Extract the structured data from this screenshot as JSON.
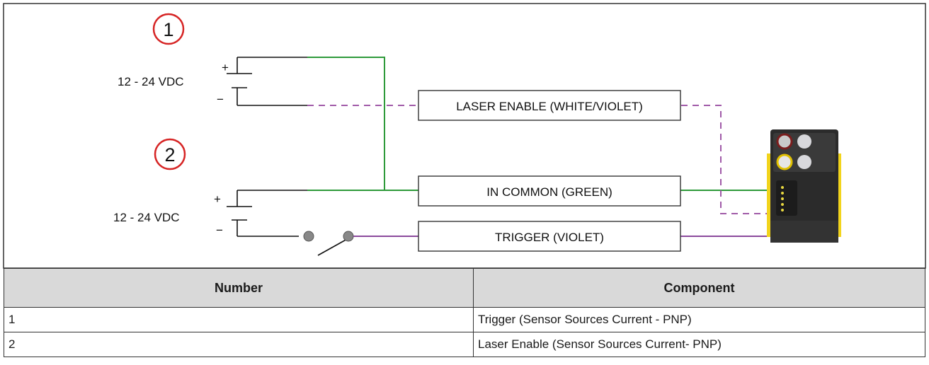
{
  "diagram": {
    "supplies": [
      {
        "number": "1",
        "voltage": "12 - 24 VDC",
        "plus": "+",
        "minus": "−"
      },
      {
        "number": "2",
        "voltage": "12 - 24 VDC",
        "plus": "+",
        "minus": "−"
      }
    ],
    "wires": {
      "laser_enable": "LASER ENABLE (WHITE/VIOLET)",
      "in_common": "IN COMMON (GREEN)",
      "trigger": "TRIGGER (VIOLET)"
    },
    "colors": {
      "green_wire": "#2e9a3a",
      "violet_wire": "#8b4a9c",
      "dashed_wire": "#a05aa8",
      "callout_red": "#d62424",
      "sensor_yellow": "#f2d41c",
      "sensor_body": "#2b2b2b",
      "header_gray": "#d9d9d9"
    }
  },
  "table": {
    "headers": [
      "Number",
      "Component"
    ],
    "rows": [
      [
        "1",
        "Trigger (Sensor Sources Current - PNP)"
      ],
      [
        "2",
        "Laser Enable (Sensor Sources Current- PNP)"
      ]
    ]
  }
}
